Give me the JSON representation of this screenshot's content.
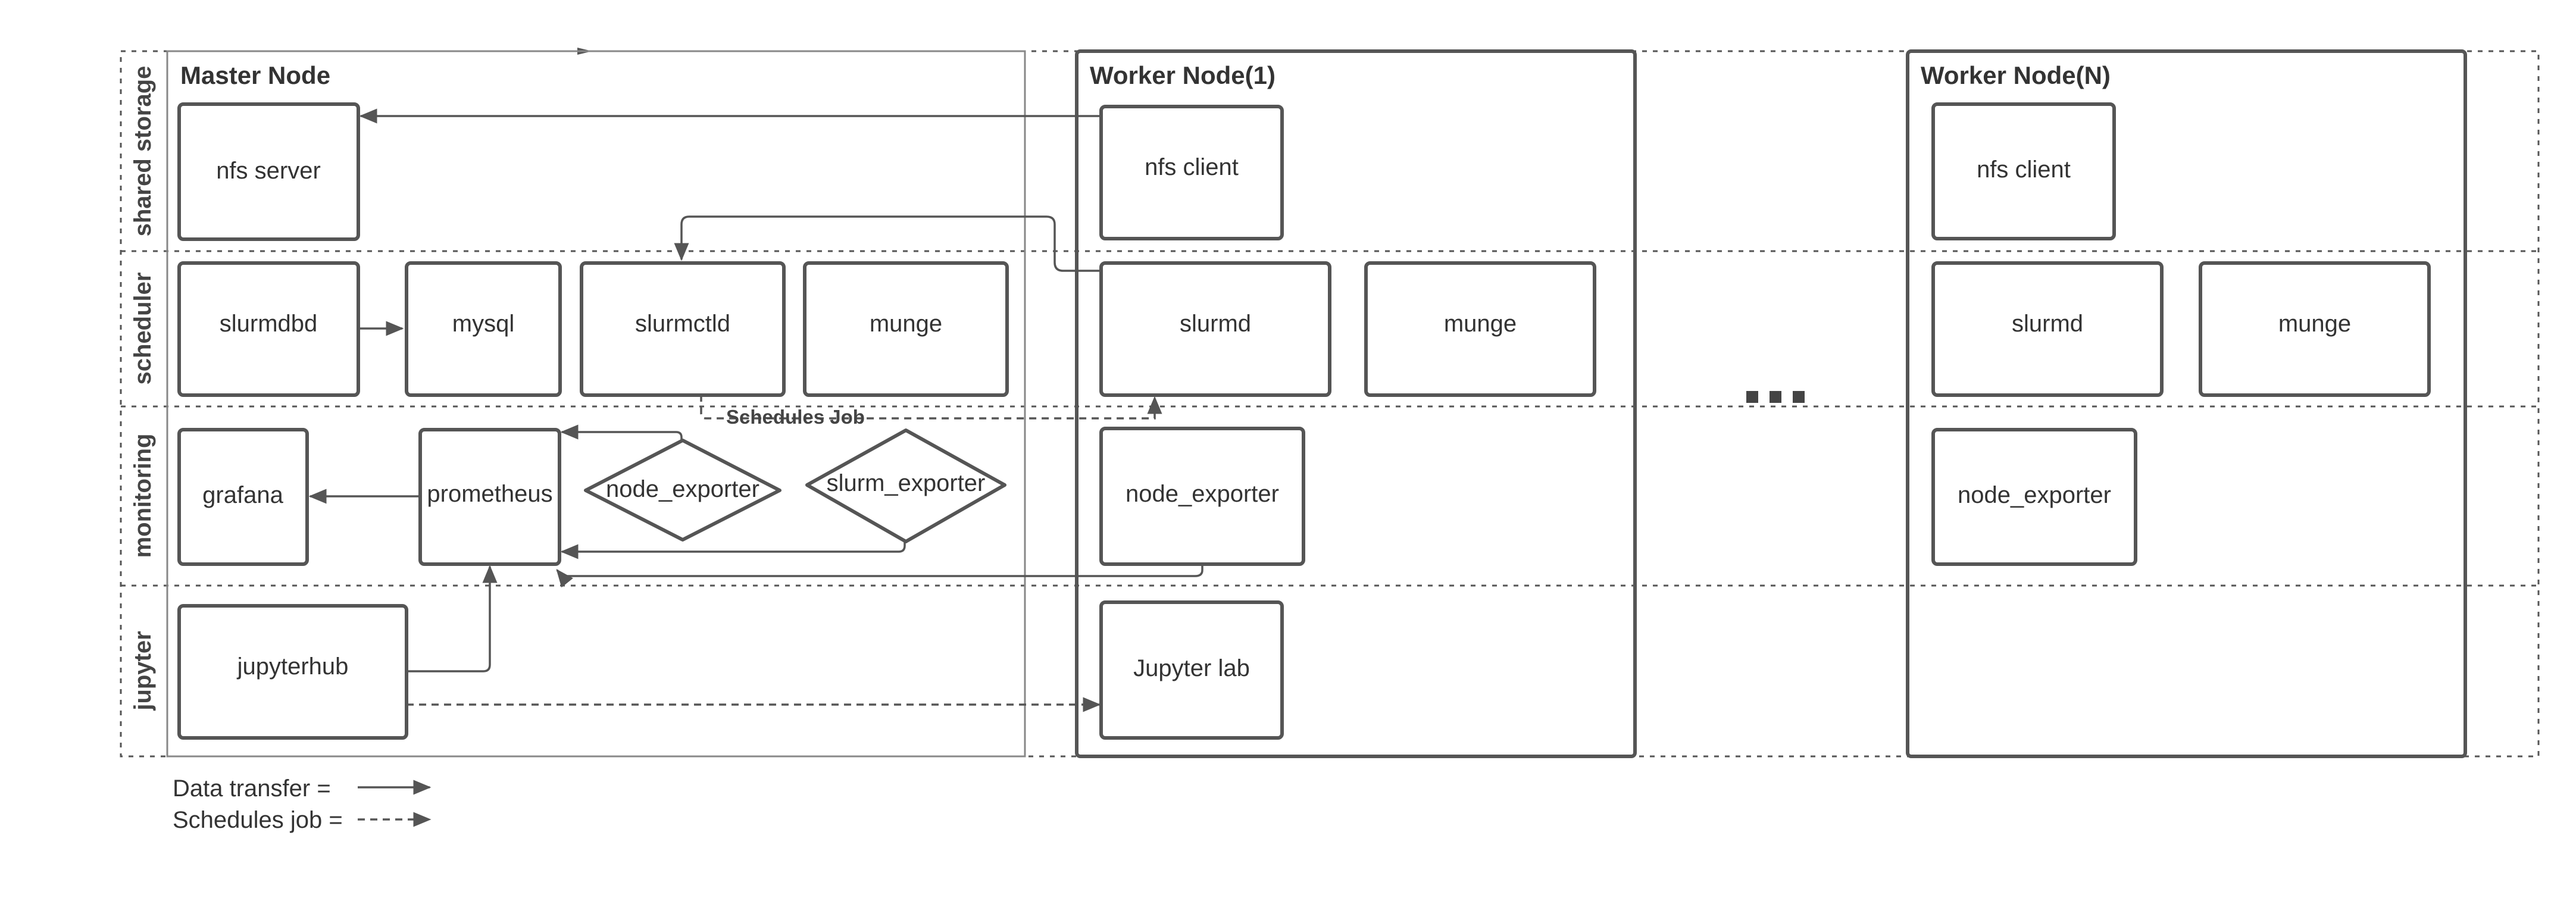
{
  "lanes": {
    "shared_storage": "shared storage",
    "scheduler": "scheduler",
    "monitoring": "monitoring",
    "jupyter": "jupyter"
  },
  "nodes": {
    "master": {
      "title": "Master Node",
      "nfs_server": "nfs server",
      "slurmdbd": "slurmdbd",
      "mysql": "mysql",
      "slurmctld": "slurmctld",
      "munge": "munge",
      "grafana": "grafana",
      "prometheus": "prometheus",
      "node_exporter": "node_exporter",
      "slurm_exporter": "slurm_exporter",
      "jupyterhub": "jupyterhub"
    },
    "worker1": {
      "title": "Worker Node(1)",
      "nfs_client": "nfs client",
      "slurmd": "slurmd",
      "munge": "munge",
      "node_exporter": "node_exporter",
      "jupyter_lab": "Jupyter lab"
    },
    "workerN": {
      "title": "Worker Node(N)",
      "nfs_client": "nfs client",
      "slurmd": "slurmd",
      "munge": "munge",
      "node_exporter": "node_exporter"
    }
  },
  "edge_labels": {
    "schedules_job": "Schedules Job"
  },
  "legend": {
    "data_transfer": "Data transfer =",
    "schedules_job": "Schedules job ="
  },
  "colors": {
    "line": "#555555",
    "text": "#333333",
    "background": "#ffffff"
  }
}
